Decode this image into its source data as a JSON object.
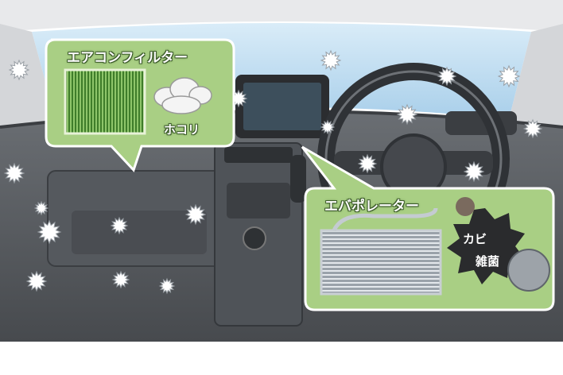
{
  "callouts": {
    "air_filter": {
      "title": "エアコンフィルター",
      "dust_label": "ホコリ"
    },
    "evaporator": {
      "title": "エバポレーター",
      "mold_label": "カビ",
      "bacteria_label": "雑菌"
    }
  },
  "colors": {
    "callout_fill": "#a9cf84",
    "callout_border": "#ffffff",
    "dash_gray": "#5f6266",
    "sky_blue": "#b8d9ef",
    "filter_green": "#4e8a33"
  }
}
